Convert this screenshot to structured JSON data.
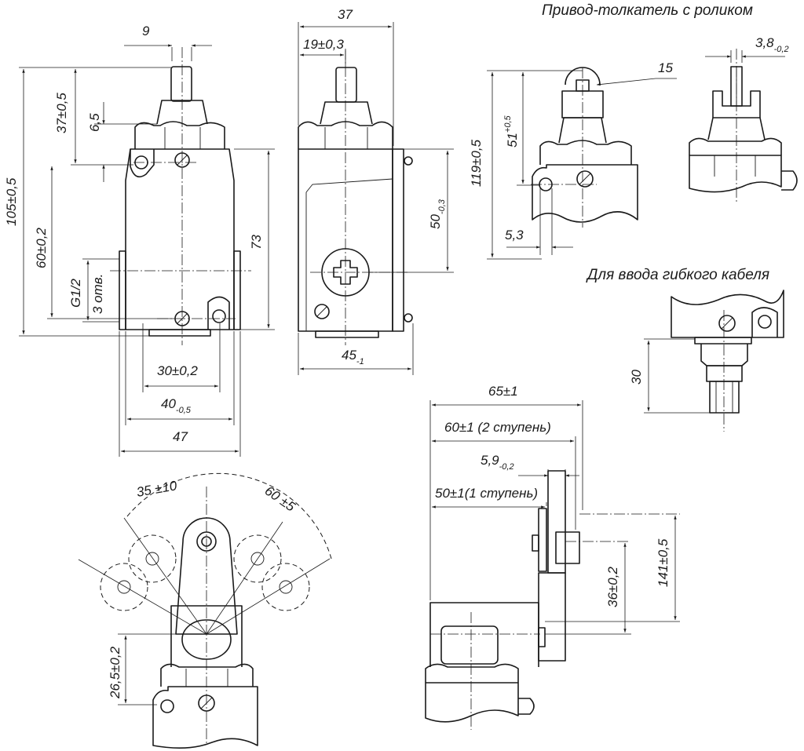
{
  "headings": {
    "roller_plunger": "Привод-толкатель с роликом",
    "cable_entry": "Для ввода гибкого кабеля"
  },
  "dimensions": {
    "d9": "9",
    "d37": "37",
    "d19": "19±0,3",
    "d38_base": "3,8",
    "d38_tol": "-0,2",
    "d15": "15",
    "d37_05": "37±0,5",
    "d6_5": "6,5",
    "d105": "105±0,5",
    "d60_02": "60±0,2",
    "d73": "73",
    "dg12": "G1/2",
    "d3holes": "3 отв.",
    "d30_02": "30±0,2",
    "d40_base": "40",
    "d40_tol": "-0,5",
    "d47": "47",
    "d50_base": "50",
    "d50_tol": "-0,3",
    "d45_base": "45",
    "d45_tol": "-1",
    "d119": "119±0,5",
    "d51_base": "51",
    "d51_tol": "+0,5",
    "d5_3": "5,3",
    "d30": "30",
    "d65": "65±1",
    "d60_1": "60±1 (2 ступень)",
    "d59_base": "5,9",
    "d59_tol": "-0,2",
    "d50_1": "50±1(1 ступень)",
    "d141": "141±0,5",
    "d36": "36±0,2",
    "d35": "35 ±10",
    "d60_5": "60 ±5",
    "d26_5": "26,5±0,2"
  },
  "colors": {
    "ink": "#1a1a1a",
    "paper": "#ffffff"
  }
}
